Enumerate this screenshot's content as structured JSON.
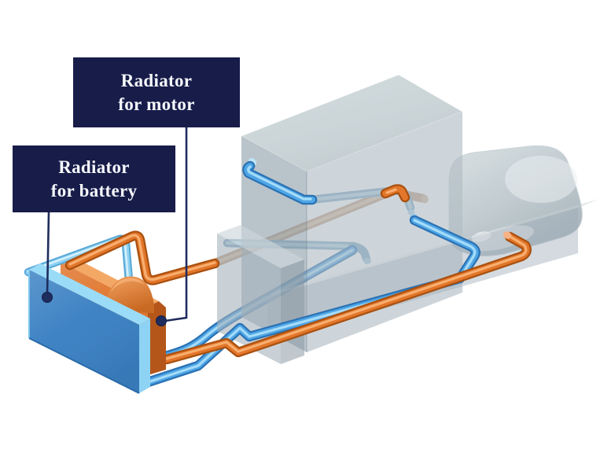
{
  "labels": {
    "motor": {
      "line1": "Radiator",
      "line2": "for motor"
    },
    "battery": {
      "line1": "Radiator",
      "line2": "for battery"
    }
  },
  "colors": {
    "background": "#FFFFFF",
    "label_bg": "#171C49",
    "leader": "#1F2C5E",
    "pipe_blue": "#4FA6E6",
    "pipe_blue_light": "#A6DCF8",
    "pipe_orange": "#E2762A",
    "radiator_blue": "#3A80C3",
    "radiator_orange": "#E0772F",
    "glass_gray": "#B7C2C8"
  }
}
